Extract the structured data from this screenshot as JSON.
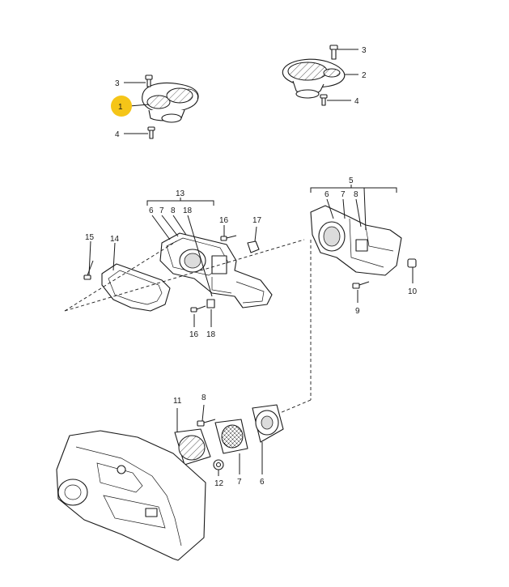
{
  "diagram": {
    "highlight_color": "#f5c518",
    "callouts": {
      "c1": "1",
      "c2": "2",
      "c3a": "3",
      "c3b": "3",
      "c4a": "4",
      "c4b": "4",
      "c5": "5",
      "c5_6": "6",
      "c5_7": "7",
      "c5_8": "8",
      "c6": "6",
      "c7": "7",
      "c8": "8",
      "c9": "9",
      "c10": "10",
      "c11": "11",
      "c12": "12",
      "c13": "13",
      "c13_6": "6",
      "c13_7": "7",
      "c13_8": "8",
      "c13_18": "18",
      "c14": "14",
      "c15": "15",
      "c16a": "16",
      "c16b": "16",
      "c17": "17",
      "c18": "18"
    }
  }
}
